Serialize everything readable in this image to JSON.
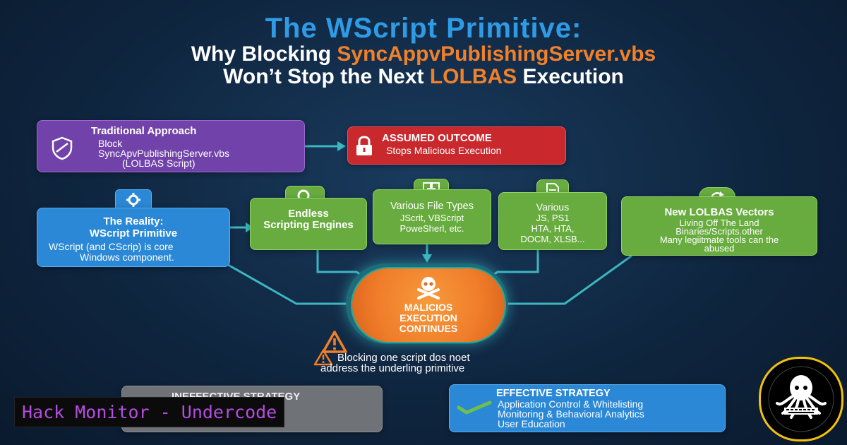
{
  "header": {
    "title": "The WScript Primitive:",
    "line2_prefix": "Why Blocking ",
    "line2_highlight": "SyncAppvPublishingServer.vbs",
    "line3_prefix": "Won’t Stop the Next ",
    "line3_highlight": "LOLBAS",
    "line3_suffix": " Execution"
  },
  "traditional": {
    "title": "Traditional Approach",
    "line1": "Block",
    "line2": "SyncApvPublishingServer.vbs",
    "line3": "(LOLBAS Script)"
  },
  "assumed": {
    "title": "ASSUMED OUTCOME",
    "text": "Stops Malicious Execution"
  },
  "reality": {
    "title1": "The Reality:",
    "title2": "WScript Primitive",
    "text1": "WScript (and CScrip) is core",
    "text2": "Windows component."
  },
  "engines": {
    "line1": "Endless",
    "line2": "Scripting Engines"
  },
  "filetypes": {
    "title": "Various File Types",
    "line1": "JScrit, VBScript",
    "line2": "PoweSherl, etc."
  },
  "various": {
    "title": "Various",
    "line1": "JS, PS1",
    "line2": "HTA, HTA,",
    "line3": "DOCM, XLSB..."
  },
  "vectors": {
    "title": "New LOLBAS Vectors",
    "line1": "Living Off The Land",
    "line2": "Binaries/Scripts.other",
    "line3": "Many   legiitmate tools can the",
    "line4": "abused"
  },
  "center": {
    "line1": "MALICIOS",
    "line2": "EXECUTION",
    "line3": "CONTINUES"
  },
  "warning": {
    "line1": "Blocking one script dos noet",
    "line2": "address the underling primitive"
  },
  "ineffective": {
    "title": "INEFFECTIVE STRATEGY"
  },
  "effective": {
    "title": "EFFECTIVE STRATEGY",
    "line1": "Application Control & Whitelisting",
    "line2": "Monitoring & Behavioral Analytics",
    "line3": "User Education"
  },
  "brand": {
    "label": "Hack Monitor - Undercode"
  },
  "colors": {
    "title_blue": "#2f9be6",
    "highlight_orange": "#f0812a",
    "purple": "#7142a9",
    "red": "#c9282d",
    "blue": "#2a88d6",
    "green": "#68ac3f",
    "center_orange": "#f07d2a",
    "center_ring": "#2aa79b",
    "brand_purple": "#b44dde"
  }
}
